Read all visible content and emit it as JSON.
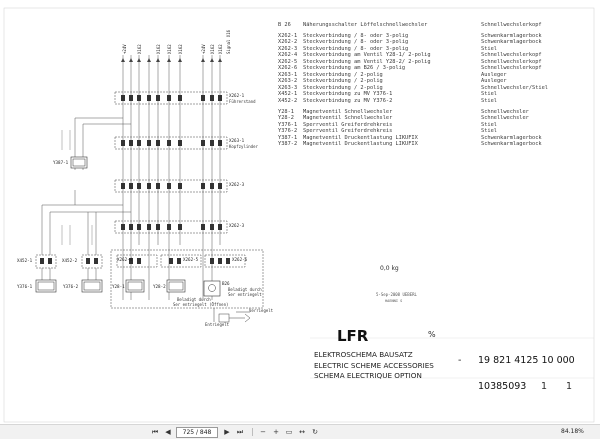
{
  "legend": [
    {
      "code": "B 26",
      "desc": "Näherungsschalter Löffelschnellwechsler",
      "loc": "Schnellwechslerkopf"
    },
    {
      "gap": true
    },
    {
      "code": "X262-1",
      "desc": "Steckverbindung / 8- oder 3-polig",
      "loc": "Schwenkarmlagerbock"
    },
    {
      "code": "X262-2",
      "desc": "Steckverbindung / 8- oder 3-polig",
      "loc": "Schwenkarmlagerbock"
    },
    {
      "code": "X262-3",
      "desc": "Steckverbindung / 8- oder 3-polig",
      "loc": "Stiel"
    },
    {
      "code": "X262-4",
      "desc": "Steckverbindung am Ventil Y28-1/ 2-polig",
      "loc": "Schnellwechslerkopf"
    },
    {
      "code": "X262-5",
      "desc": "Steckverbindung am Ventil Y28-2/ 2-polig",
      "loc": "Schnellwechslerkopf"
    },
    {
      "code": "X262-6",
      "desc": "Steckverbindung am B26 / 3-polig",
      "loc": "Schnellwechslerkopf"
    },
    {
      "code": "X263-1",
      "desc": "Steckverbindung / 2-polig",
      "loc": "Ausleger"
    },
    {
      "code": "X263-2",
      "desc": "Steckverbindung / 2-polig",
      "loc": "Ausleger"
    },
    {
      "code": "X263-3",
      "desc": "Steckverbindung / 2-polig",
      "loc": "Schnellwechsler/Stiel"
    },
    {
      "code": "X452-1",
      "desc": "Steckverbindung zu MV Y376-1",
      "loc": "Stiel"
    },
    {
      "code": "X452-2",
      "desc": "Steckverbindung zu MV Y376-2",
      "loc": "Stiel"
    },
    {
      "gap": true
    },
    {
      "code": "Y28-1",
      "desc": "Magnetventil Schnellwechsler",
      "loc": "Schnellwechsler"
    },
    {
      "code": "Y28-2",
      "desc": "Magnetventil Schnellwechsler",
      "loc": "Schnellwechsler"
    },
    {
      "code": "Y376-1",
      "desc": "Sperrventil Greiferdrehkreis",
      "loc": "Stiel"
    },
    {
      "code": "Y376-2",
      "desc": "Sperrventil Greiferdrehkreis",
      "loc": "Stiel"
    },
    {
      "code": "Y387-1",
      "desc": "Magnetventil Druckentlastung LIKUFIX",
      "loc": "Schwenkarmlagerbock"
    },
    {
      "code": "Y387-2",
      "desc": "Magnetventil Druckentlastung LIKUFIX",
      "loc": "Schwenkarmlagerbock"
    }
  ],
  "weight": "0,0 kg",
  "datestamp": "5-Sep-2008  UEBERL",
  "drawnby": "HAENNI S",
  "title_block": {
    "model": "LFR",
    "percent": "%",
    "lines": [
      "ELEKTROSCHEMA BAUSATZ",
      "ELECTRIC SCHEME ACCESSORIES",
      "SCHEMA ELECTRIQUE OPTION"
    ],
    "dash": "-",
    "part_no": "19 821 4125 10 000",
    "doc_no": "10385093",
    "sheet": "1",
    "sheet_total": "1"
  },
  "schematic": {
    "connectors": {
      "x262_1": "X262-1",
      "x262_1_sub": "Führerstand",
      "x263_1": "X263-1",
      "x263_1_sub": "Kopfzylinder",
      "x262_2": "X262-2",
      "x262_3": "X262-3",
      "x262_3_b": "X262-3",
      "x452_1": "X452-1",
      "x452_2": "X452-2",
      "x262_4": "X262-4",
      "x262_5": "X262-5",
      "x262_6": "X262-6"
    },
    "devices": {
      "y387_1": "Y387-1",
      "y376_1": "Y376-1",
      "y376_2": "Y376-2",
      "y28_1": "Y28-1",
      "y28_2": "Y28-2",
      "b26": "B26"
    },
    "notes": {
      "lock_de": "Beladigt durch",
      "lock_en": "Ser entriegelt (Öffnen)",
      "lock2_de": "Beladigt durch",
      "lock2_en": "Ser entriegelt",
      "unlocked": "Entriegelt",
      "locked": "Verriegelt"
    },
    "top_labels": [
      "+24V",
      "X162",
      "X162",
      "X162",
      "X162",
      "+24V",
      "X162",
      "X162",
      "Signal X16"
    ]
  },
  "toolbar": {
    "first": "⏮",
    "prev": "◀",
    "page": "725 / 848",
    "next": "▶",
    "last": "⏭",
    "zoom_out": "−",
    "zoom_in": "+",
    "fit_page": "▭",
    "fit_width": "↔",
    "rotate": "↻",
    "zoom": "84.18%"
  }
}
